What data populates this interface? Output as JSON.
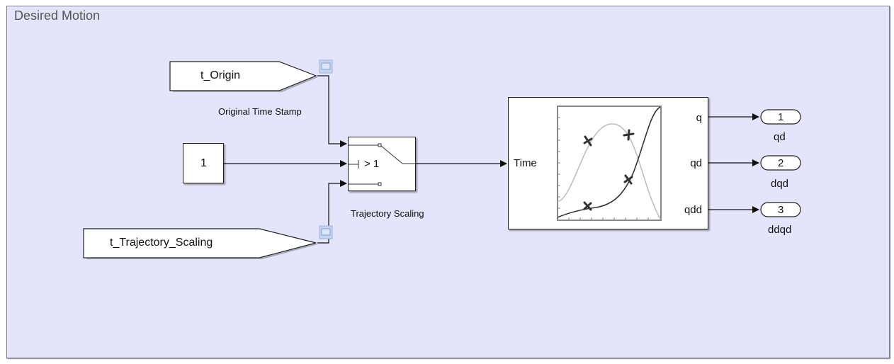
{
  "area": {
    "title": "Desired Motion",
    "background": "#e4e4fb"
  },
  "blocks": {
    "from_origin": {
      "label": "t_Origin",
      "caption": "Original Time Stamp"
    },
    "constant": {
      "value": "1"
    },
    "from_scaling": {
      "label": "t_Trajectory_Scaling"
    },
    "switch": {
      "criterion": "> 1",
      "caption": "Trajectory Scaling"
    },
    "trajectory": {
      "input_port": "Time",
      "output_ports": [
        "q",
        "qd",
        "qdd"
      ]
    },
    "outports": [
      {
        "number": "1",
        "name": "qd"
      },
      {
        "number": "2",
        "name": "dqd"
      },
      {
        "number": "3",
        "name": "ddqd"
      }
    ]
  }
}
